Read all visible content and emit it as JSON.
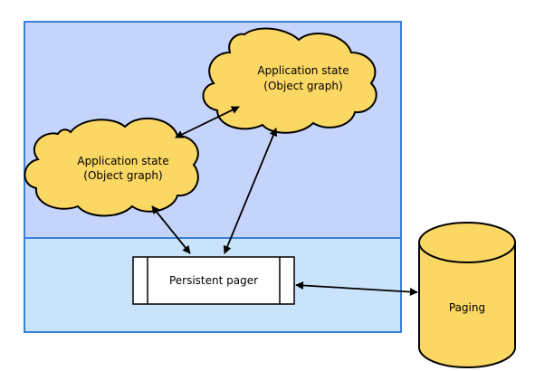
{
  "diagram": {
    "cloud_top": {
      "line1": "Application state",
      "line2": "(Object graph)"
    },
    "cloud_left": {
      "line1": "Application state",
      "line2": "(Object graph)"
    },
    "pager": {
      "label": "Persistent pager"
    },
    "storage": {
      "label": "Paging"
    }
  },
  "colors": {
    "upper_region": "#c5d4fa",
    "lower_region": "#c9e3fb",
    "region_border": "#3c7fd6",
    "cloud_fill": "#fbd763",
    "cylinder_fill": "#fbd763",
    "stroke": "#000000"
  }
}
